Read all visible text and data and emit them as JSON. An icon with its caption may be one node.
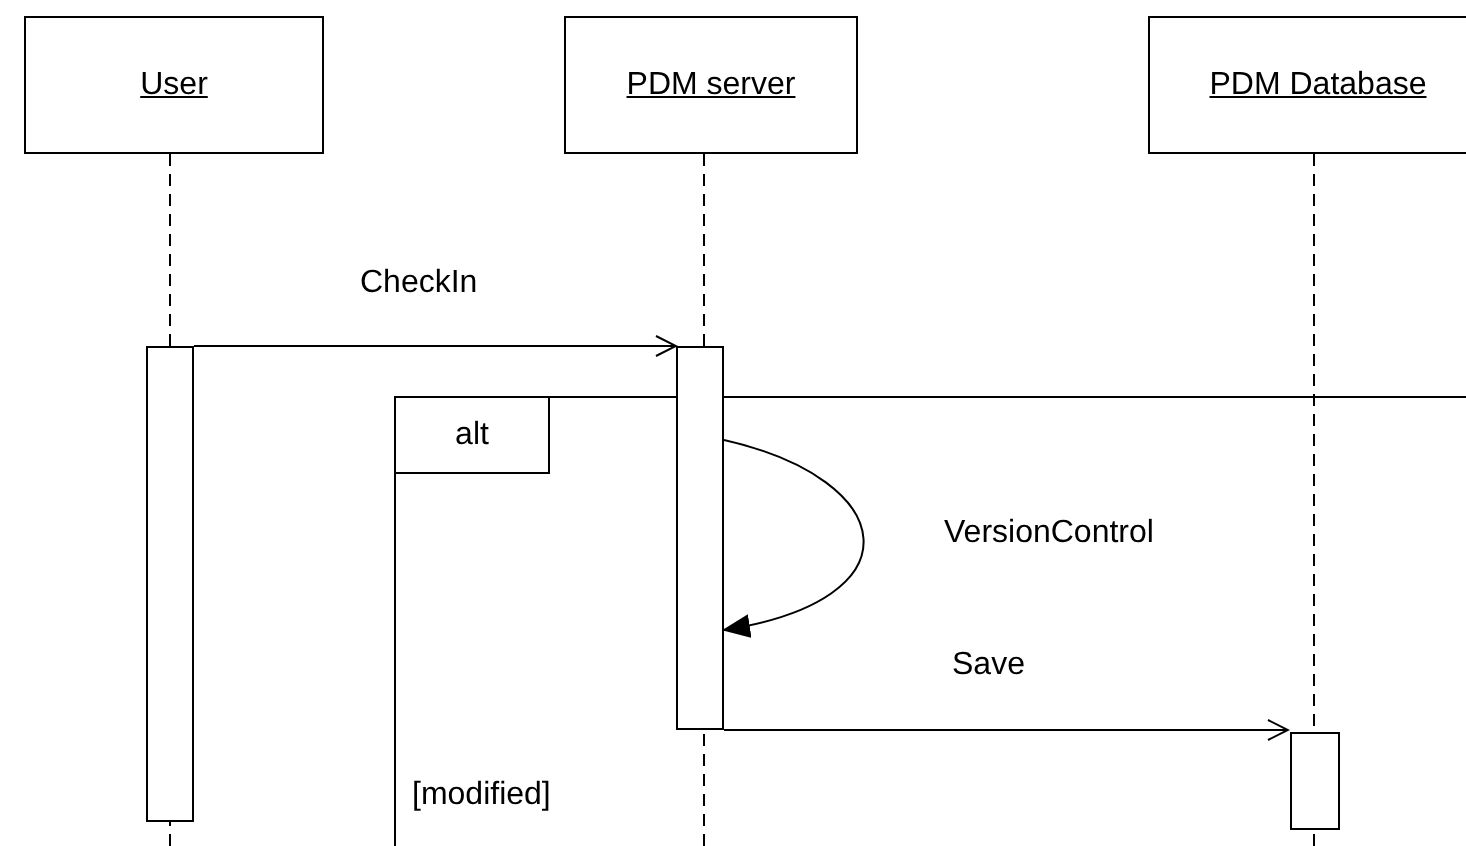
{
  "diagram": {
    "nodes": [
      {
        "text": [
          "User"
        ]
      },
      {
        "text": [
          "PDM server"
        ]
      },
      {
        "text": [
          "PDM Database"
        ]
      },
      {
        "text": [
          "alt",
          "[modified]"
        ]
      },
      {
        "text": [],
        "shape": "bar"
      },
      {
        "text": [],
        "shape": "bar"
      },
      {
        "text": [],
        "shape": "bar",
        "in": 3
      }
    ],
    "edges": [
      {
        "from": 4,
        "to": 5,
        "arrow": "to",
        "label": "CheckIn"
      },
      {
        "from": 5,
        "to": 5,
        "arrow": "to",
        "label": "VersionControl"
      },
      {
        "from": 5,
        "to": 6,
        "arrow": "to",
        "label": "Save"
      }
    ]
  }
}
